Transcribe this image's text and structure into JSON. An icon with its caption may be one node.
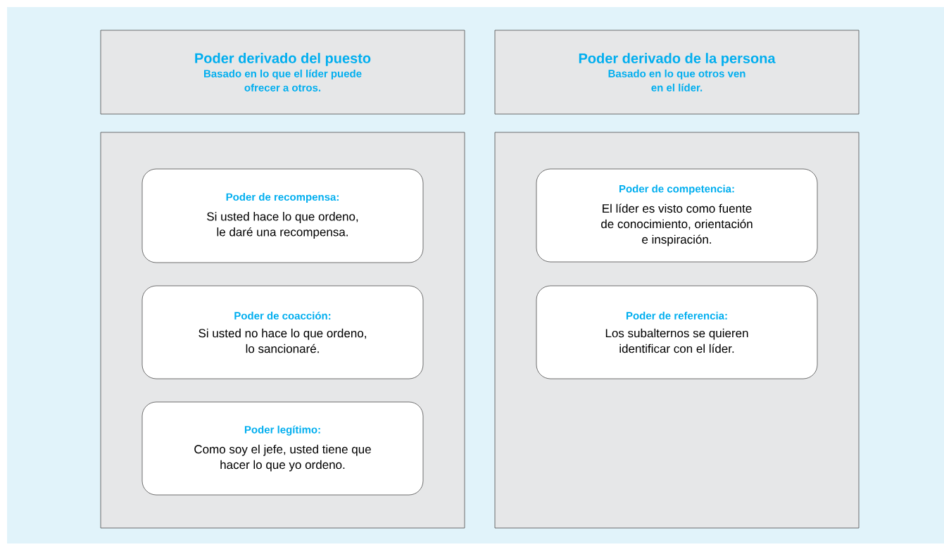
{
  "diagram": {
    "nodes": [
      {
        "text": [
          "Poder derivado del puesto",
          "Basado en lo que el líder puede ofrecer a otros."
        ]
      },
      {
        "text": [
          "Poder derivado de la persona",
          "Basado en lo que otros ven en el líder."
        ]
      },
      {
        "text": [],
        "shape": "box"
      },
      {
        "text": [
          "Poder de recompensa:",
          "Si usted hace lo que ordeno, le daré una recompensa."
        ],
        "in": 2
      },
      {
        "text": [
          "Poder de coacción:",
          "Si usted no hace lo que ordeno, lo sancionaré."
        ],
        "in": 2
      },
      {
        "text": [
          "Poder legítimo:",
          "Como soy el jefe, usted tiene que hacer lo que yo ordeno."
        ],
        "in": 2
      },
      {
        "text": [],
        "shape": "box"
      },
      {
        "text": [
          "Poder de competencia:",
          "El líder es visto como fuente de conocimiento, orientación e inspiración."
        ],
        "in": 6
      },
      {
        "text": [
          "Poder de referencia:",
          "Los subalternos se quieren identificar con el líder."
        ],
        "in": 6
      }
    ],
    "edges": []
  }
}
